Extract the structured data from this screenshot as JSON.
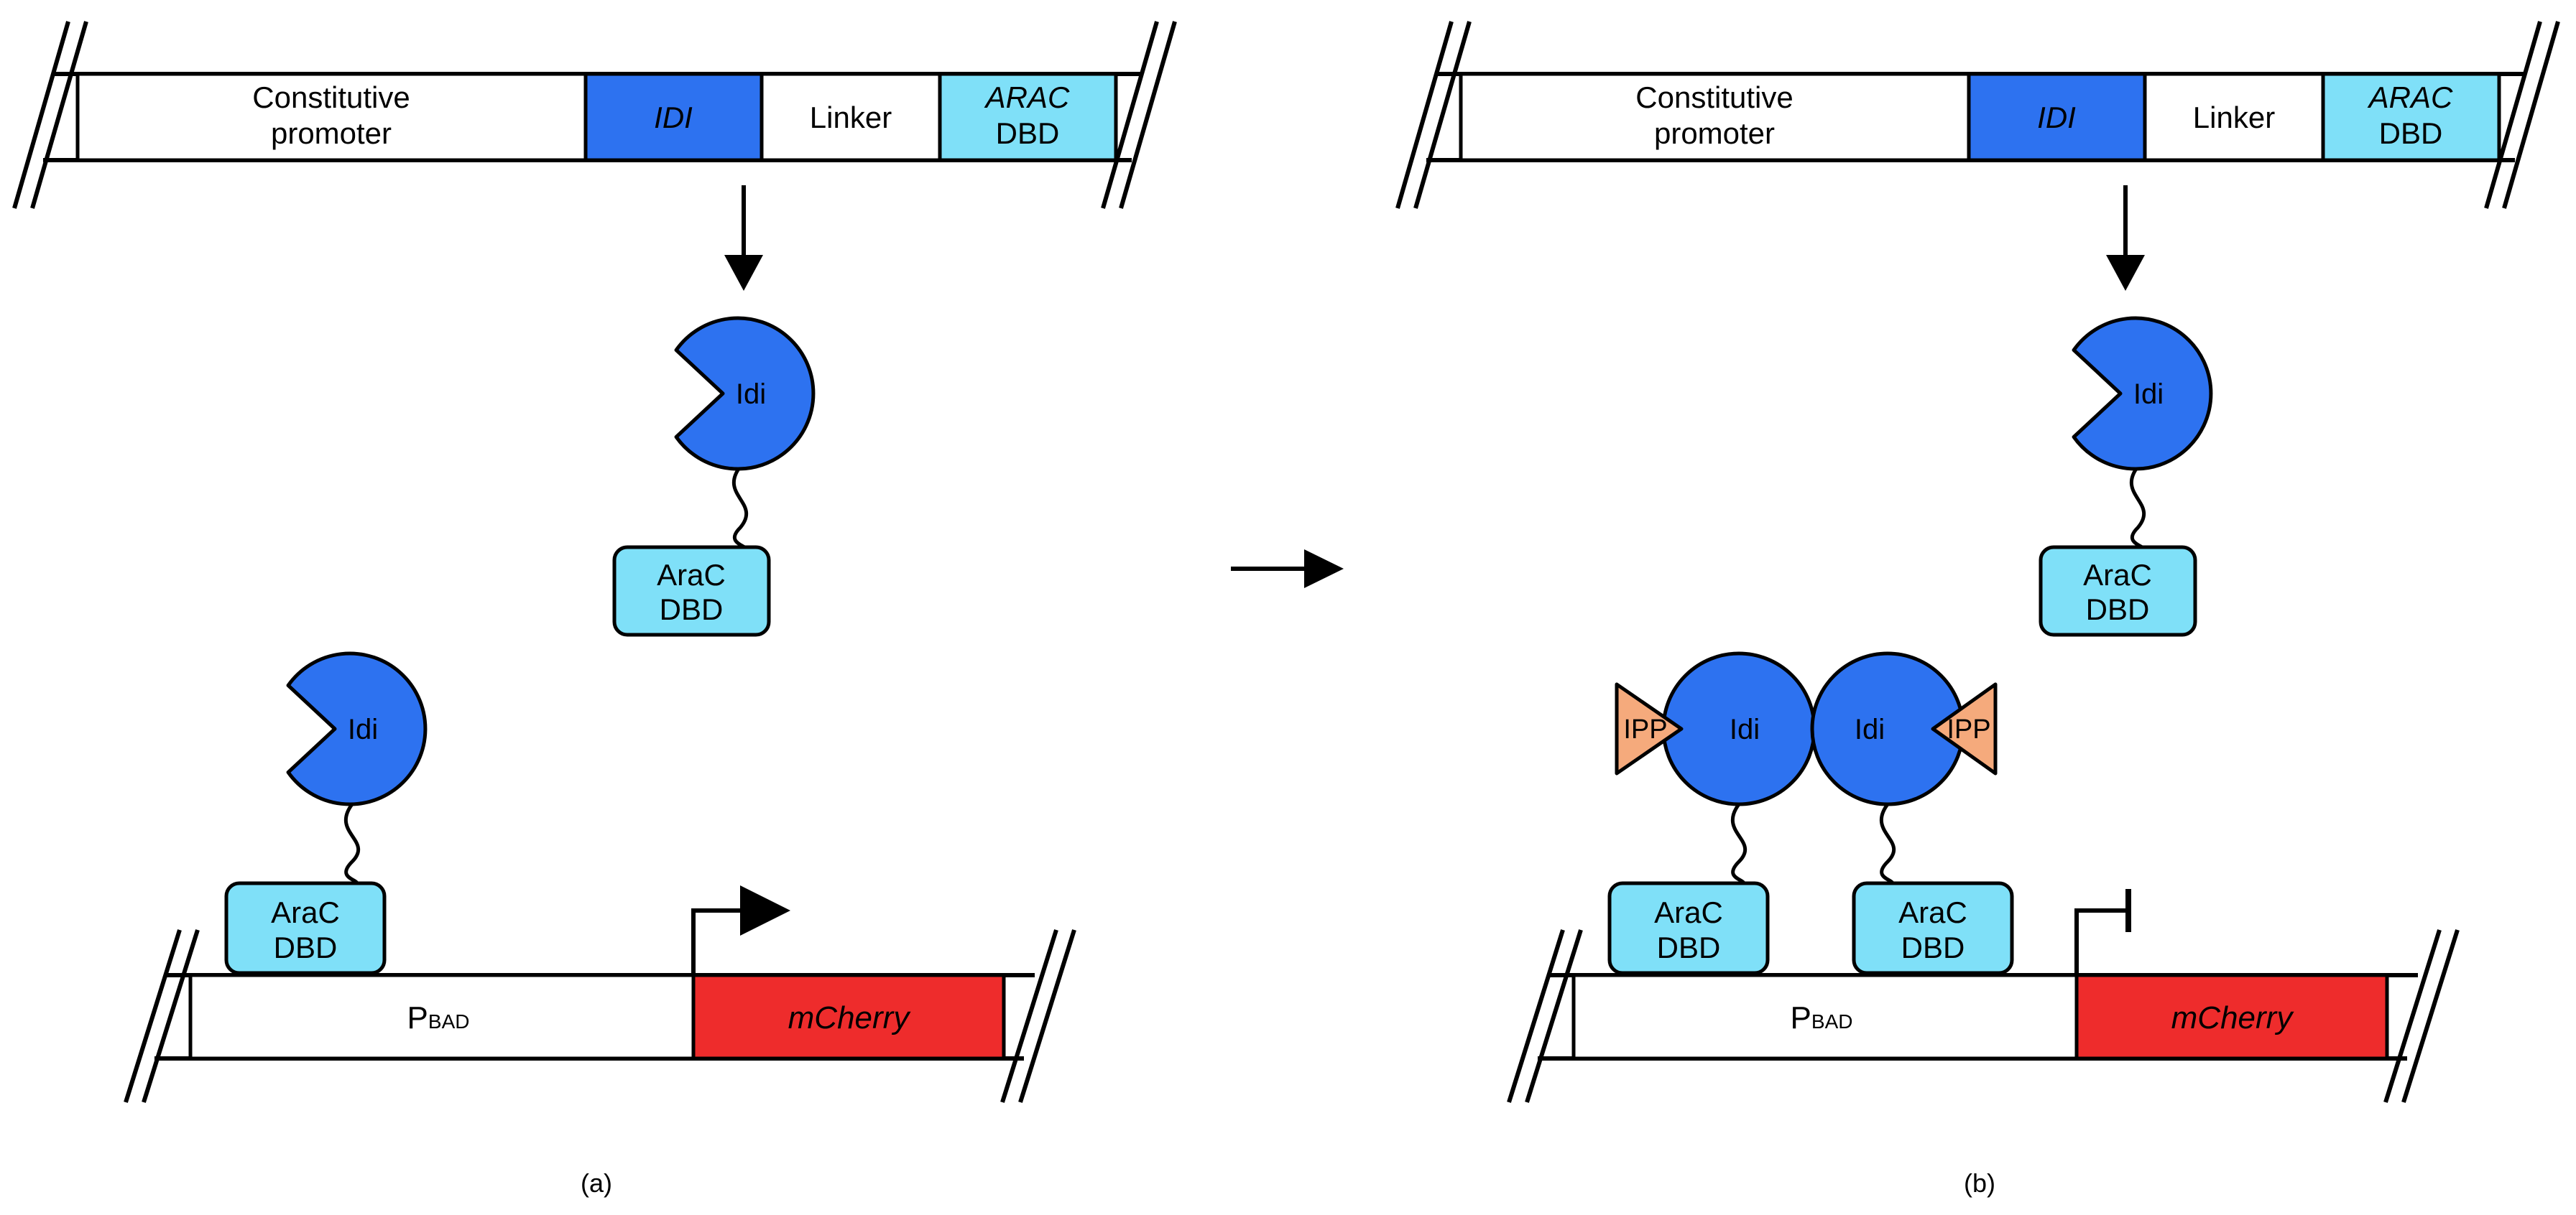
{
  "colors": {
    "idi_blue": "#2d72f0",
    "dbd_cyan": "#7fe0f8",
    "mcherry_red": "#ee2c2c",
    "ipp_orange": "#f5aa7c",
    "stroke": "#000000",
    "background": "#ffffff"
  },
  "panel_a": {
    "top_construct": {
      "promoter": [
        "Constitutive",
        "promoter"
      ],
      "idi": "IDI",
      "linker": "Linker",
      "arac_italic": "ARAC",
      "arac_dbd": "DBD"
    },
    "free_protein": {
      "idi": "Idi",
      "dbd": [
        "AraC",
        "DBD"
      ]
    },
    "bound_protein": {
      "idi": "Idi",
      "dbd": [
        "AraC",
        "DBD"
      ]
    },
    "bottom_construct": {
      "promoter_main": "P",
      "promoter_sub": "BAD",
      "reporter": "mCherry",
      "transcription_state": "active"
    },
    "caption": "(a)"
  },
  "transition_arrow": "right-arrow",
  "panel_b": {
    "top_construct": {
      "promoter": [
        "Constitutive",
        "promoter"
      ],
      "idi": "IDI",
      "linker": "Linker",
      "arac_italic": "ARAC",
      "arac_dbd": "DBD"
    },
    "free_protein": {
      "idi": "Idi",
      "dbd": [
        "AraC",
        "DBD"
      ]
    },
    "dimer_left": {
      "idi": "Idi",
      "ipp": "IPP",
      "dbd": [
        "AraC",
        "DBD"
      ]
    },
    "dimer_right": {
      "idi": "Idi",
      "ipp": "IPP",
      "dbd": [
        "AraC",
        "DBD"
      ]
    },
    "bottom_construct": {
      "promoter_main": "P",
      "promoter_sub": "BAD",
      "reporter": "mCherry",
      "transcription_state": "blocked"
    },
    "caption": "(b)"
  }
}
